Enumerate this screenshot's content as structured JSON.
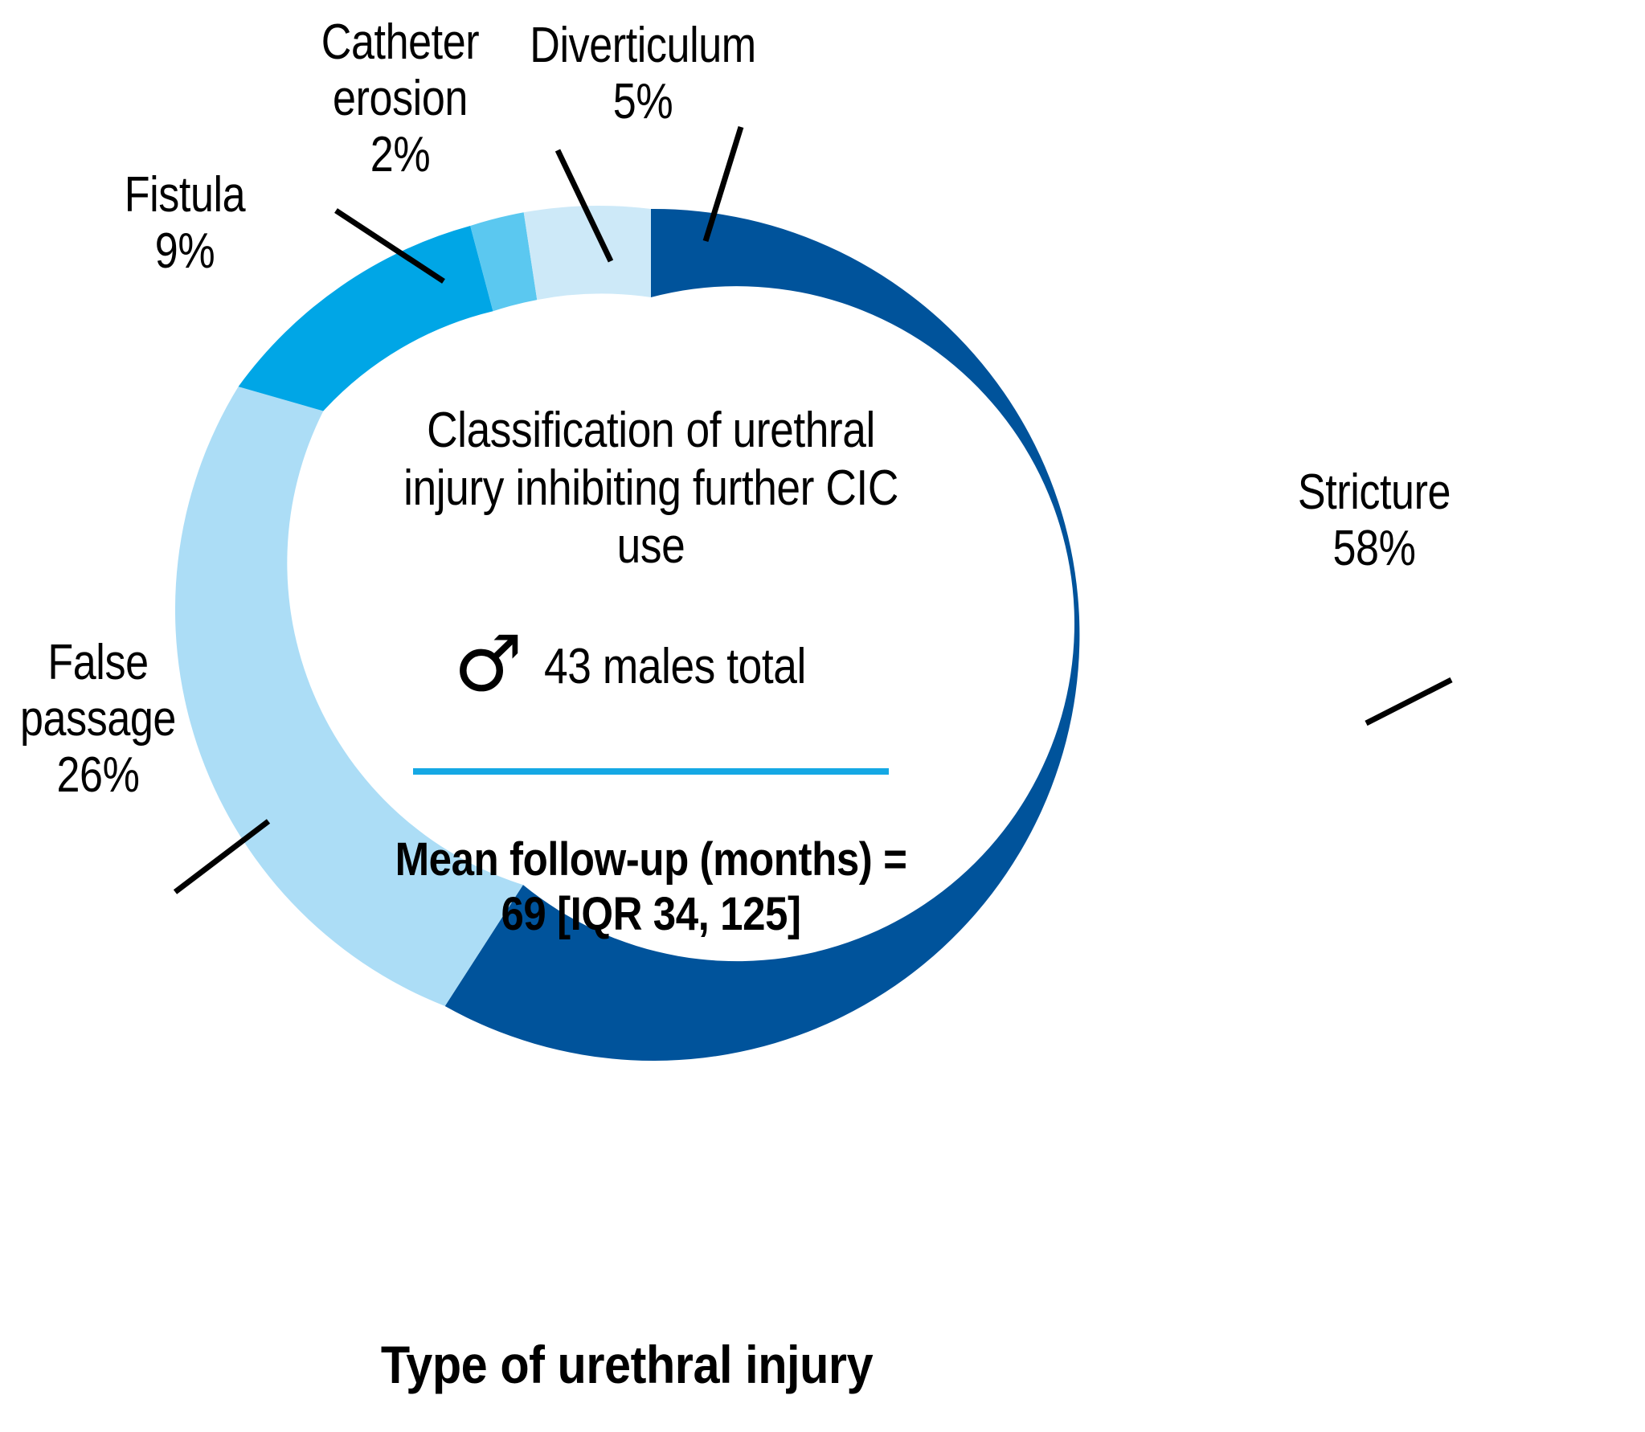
{
  "chart_data": {
    "type": "pie",
    "variant": "donut",
    "title": "Type of urethral injury",
    "center_title": "Classification of urethral\ninjury inhibiting further CIC use",
    "center_count": "43 males total",
    "center_icon": "male-symbol",
    "center_stat": "Mean follow-up (months) =\n69 [IQR 34, 125]",
    "total_n": 43,
    "units": "%",
    "start_angle_deg": 0,
    "direction": "clockwise",
    "legend": "none",
    "categories": [
      "Stricture",
      "False passage",
      "Fistula",
      "Catheter erosion",
      "Diverticulum"
    ],
    "values": [
      58,
      26,
      9,
      2,
      5
    ],
    "colors": [
      "#00539B",
      "#ACDDF6",
      "#00A6E6",
      "#5BC8F0",
      "#CDE9F8"
    ],
    "slices": [
      {
        "label": "Stricture",
        "value": 58,
        "display": "58%",
        "color": "#00539B"
      },
      {
        "label": "False passage",
        "value": 26,
        "display": "26%",
        "color": "#ACDDF6"
      },
      {
        "label": "Fistula",
        "value": 9,
        "display": "9%",
        "color": "#00A6E6"
      },
      {
        "label": "Catheter erosion",
        "value": 2,
        "display": "2%",
        "color": "#5BC8F0"
      },
      {
        "label": "Diverticulum",
        "value": 5,
        "display": "5%",
        "color": "#CDE9F8"
      }
    ],
    "xlabel": "",
    "ylabel": ""
  },
  "labels": {
    "catheter_erosion": "Catheter\nerosion\n2%",
    "diverticulum": "Diverticulum\n5%",
    "fistula": "Fistula\n9%",
    "false_passage": "False\npassage\n26%",
    "stricture": "Stricture\n58%"
  },
  "centre": {
    "title": "Classification of urethral\ninjury inhibiting further CIC use",
    "male_symbol": "♂",
    "count": "43 males total",
    "stat": "Mean follow-up (months) =\n69 [IQR 34, 125]"
  },
  "caption": "Type of urethral injury",
  "theme": {
    "accent_line": "#15A8E4",
    "background": "#FFFFFF",
    "text": "#000000"
  }
}
